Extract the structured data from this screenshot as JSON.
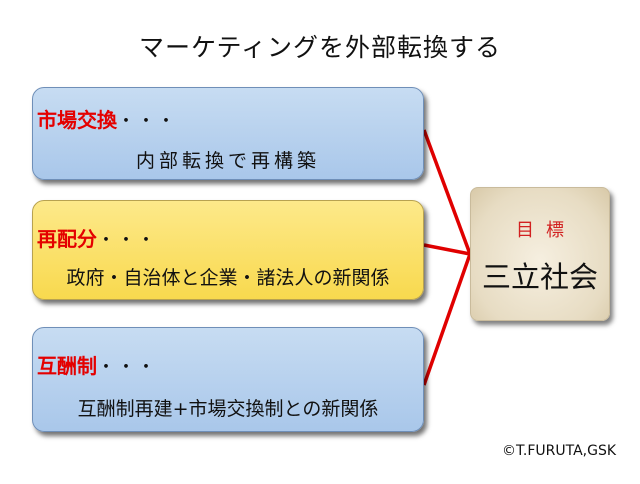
{
  "title": "マーケティングを外部転換する",
  "boxes": [
    {
      "heading": "市場交換",
      "dots": "・・・",
      "description": "内部転換で再構築"
    },
    {
      "heading": "再配分",
      "dots": "・・・",
      "description": "政府・自治体と企業・諸法人の新関係"
    },
    {
      "heading": "互酬制",
      "dots": "・・・",
      "description": "互酬制再建+市場交換制との新関係"
    }
  ],
  "goal": {
    "label": "目標",
    "main": "三立社会"
  },
  "copyright": "©T.FURUTA,GSK",
  "colors": {
    "heading_red": "#e40000",
    "connector_red": "#e00000",
    "box_blue": "#a9c7ea",
    "box_yellow": "#f8d94e",
    "goal_beige": "#e7dcc3"
  }
}
